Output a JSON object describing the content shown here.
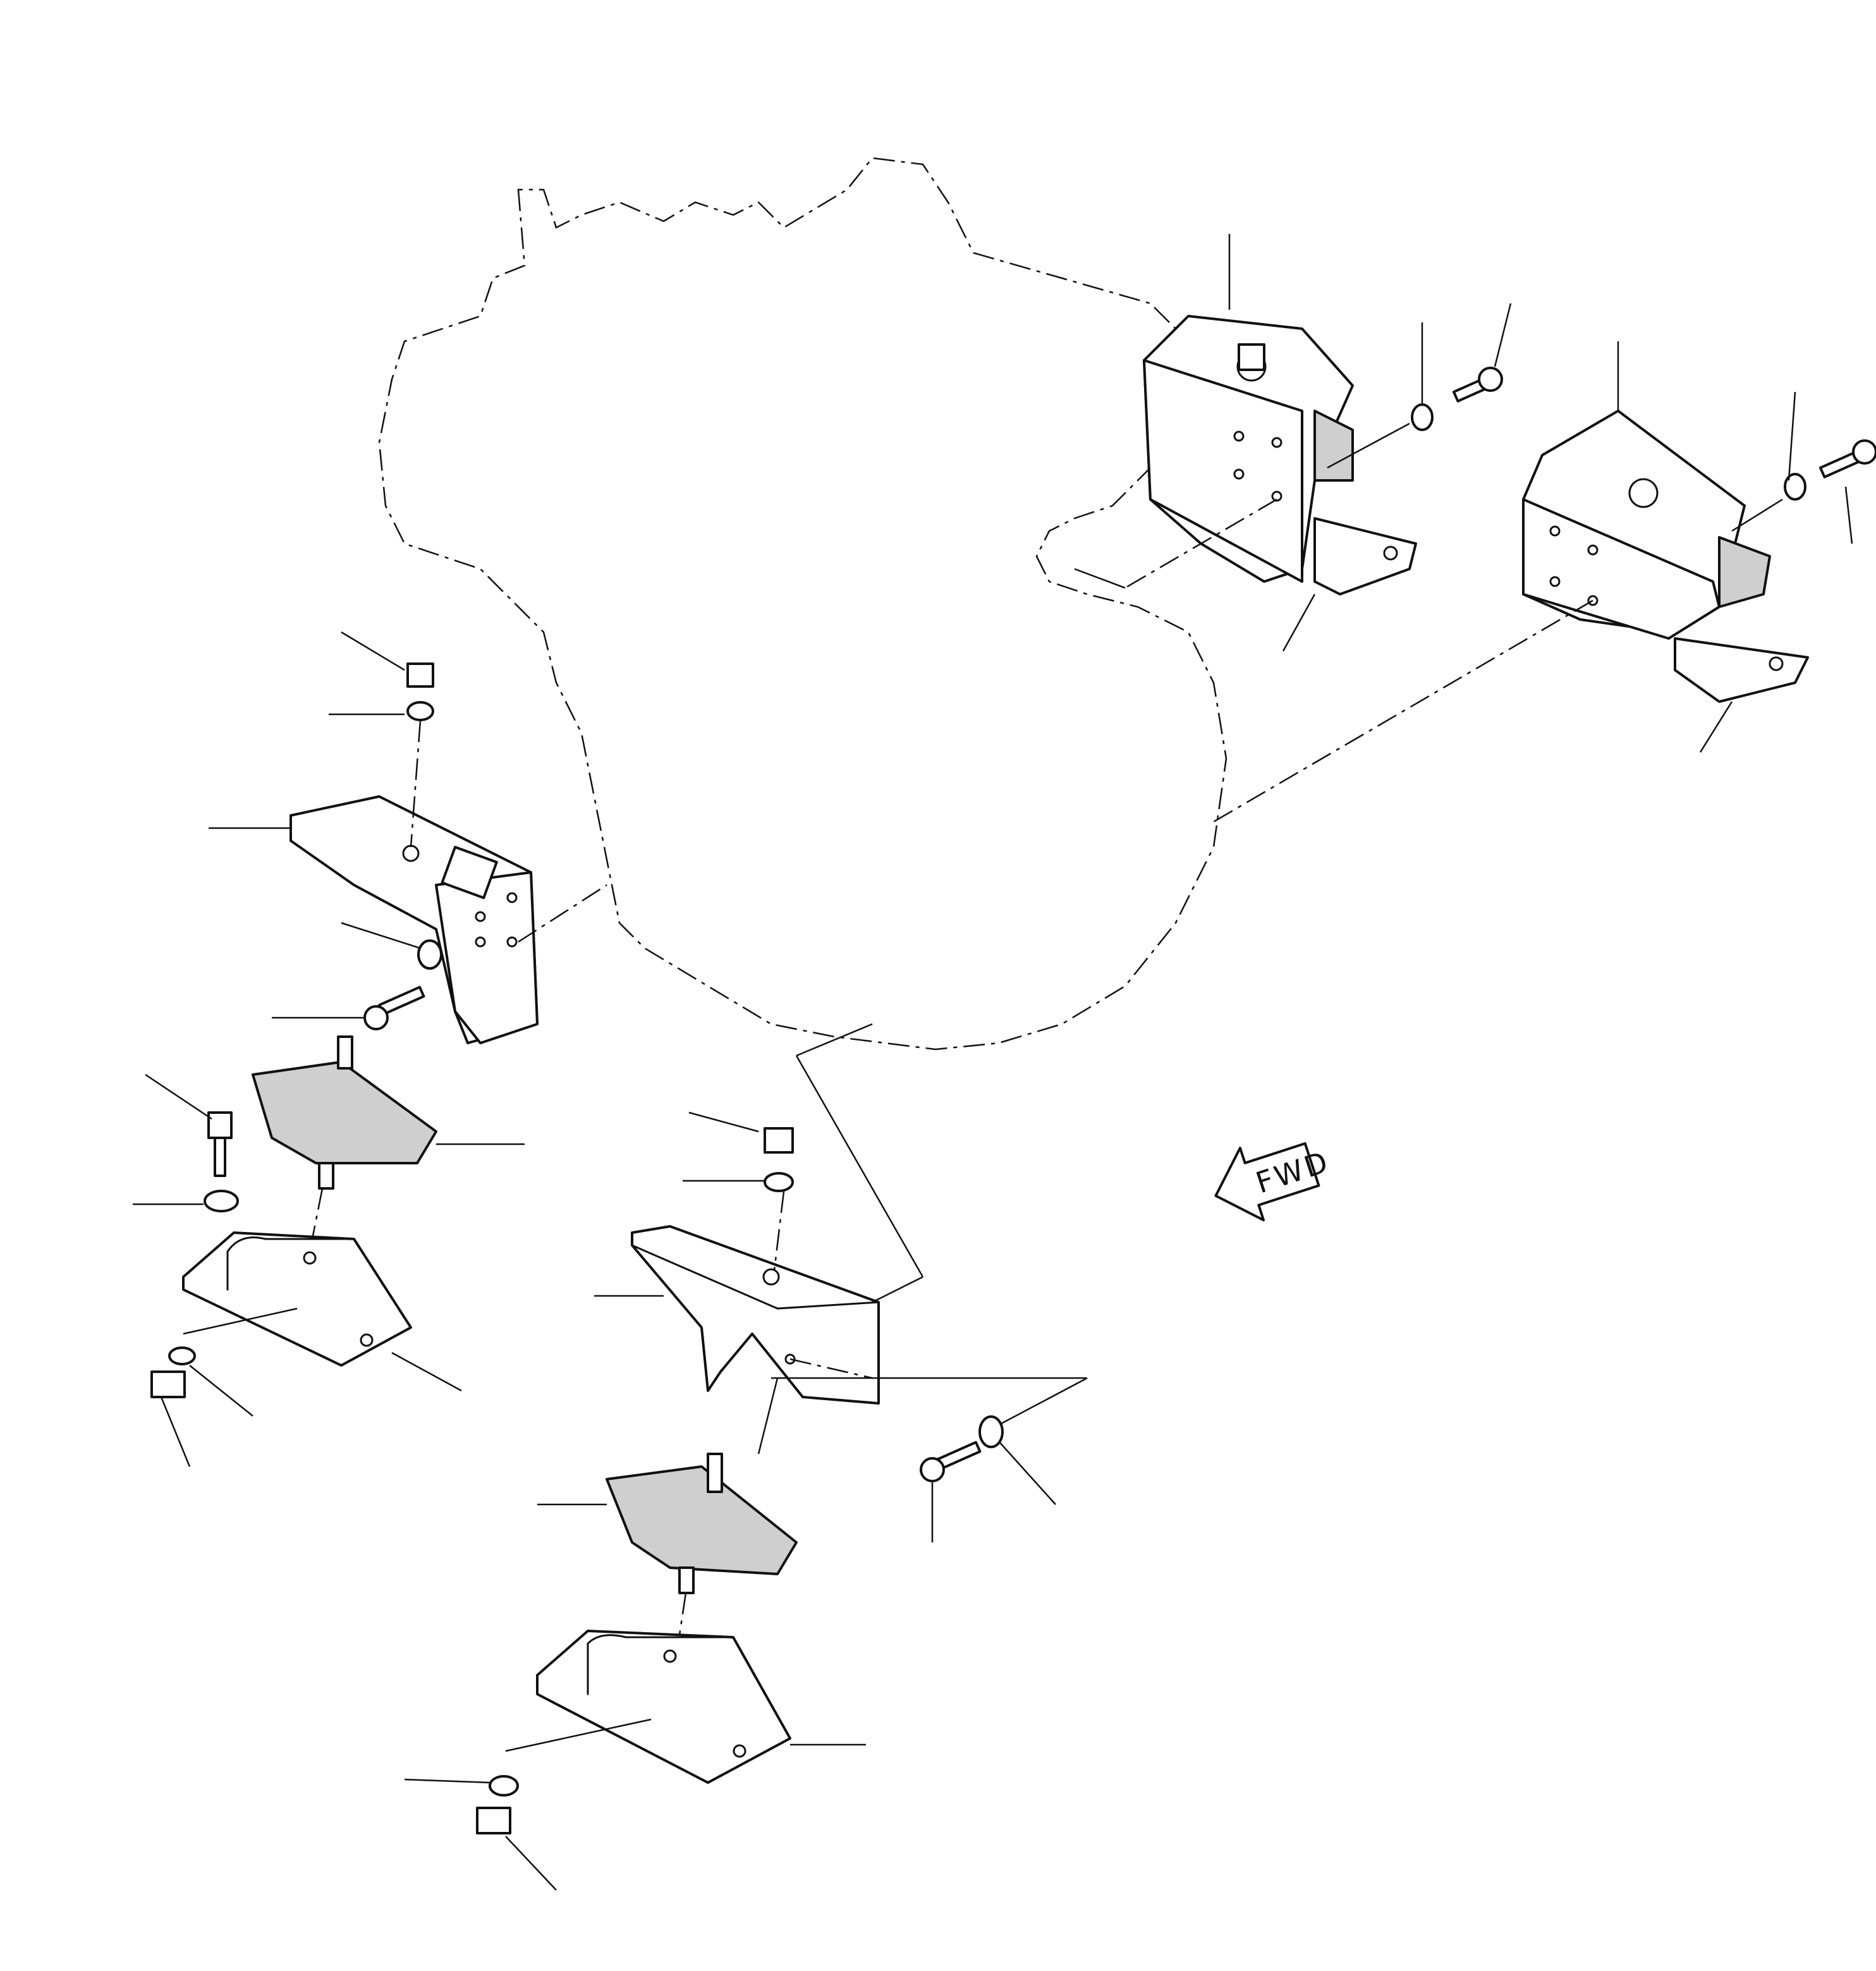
{
  "direction_marker": {
    "label": "FWD"
  },
  "parts": {
    "engine_outline": "engine-block-outline",
    "front_mount_right": "front-engine-mount-bracket",
    "front_mount_left": "front-engine-mount-bracket",
    "rear_bracket_left": "rear-mount-bracket",
    "rear_bracket_center": "rear-mount-bracket",
    "rubber_mount_left": "rubber-insulator",
    "rubber_mount_center": "rubber-insulator",
    "base_left": "mount-base",
    "base_center": "mount-base"
  },
  "colors": {
    "line": "#111111",
    "rubber_fill": "#cfcfcf",
    "background": "#ffffff"
  }
}
